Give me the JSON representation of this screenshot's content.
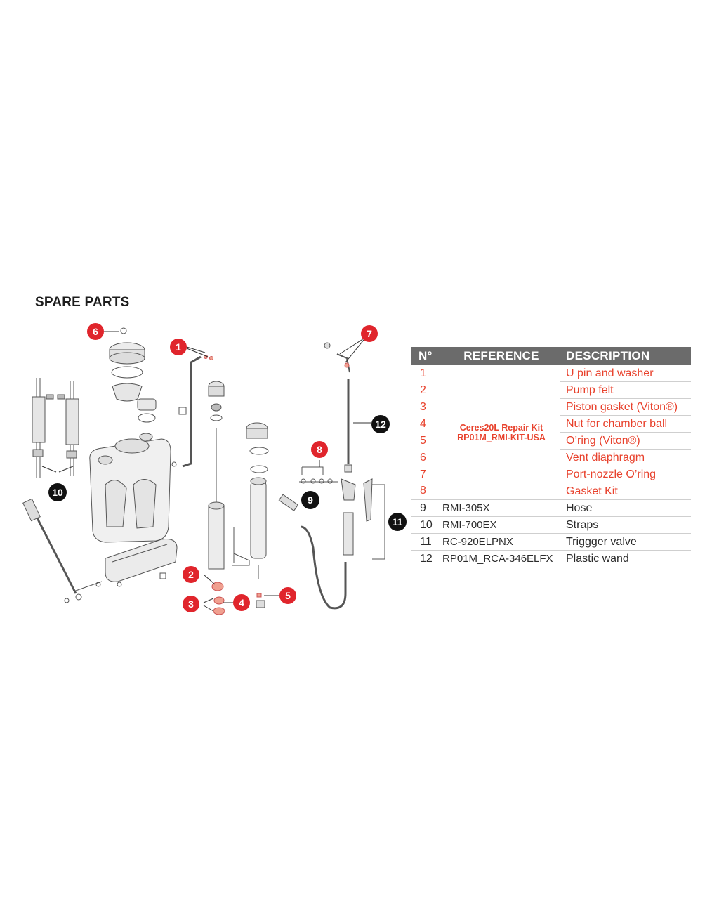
{
  "title": "SPARE PARTS",
  "diagram": {
    "callouts": [
      {
        "n": "1",
        "color": "#e0252c"
      },
      {
        "n": "2",
        "color": "#e0252c"
      },
      {
        "n": "3",
        "color": "#e0252c"
      },
      {
        "n": "4",
        "color": "#e0252c"
      },
      {
        "n": "5",
        "color": "#e0252c"
      },
      {
        "n": "6",
        "color": "#e0252c"
      },
      {
        "n": "7",
        "color": "#e0252c"
      },
      {
        "n": "8",
        "color": "#e0252c"
      },
      {
        "n": "9",
        "color": "#111111"
      },
      {
        "n": "10",
        "color": "#111111"
      },
      {
        "n": "11",
        "color": "#111111"
      },
      {
        "n": "12",
        "color": "#111111"
      }
    ]
  },
  "table": {
    "headers": {
      "num": "N°",
      "reference": "REFERENCE",
      "description": "DESCRIPTION"
    },
    "kit_reference_line1": "Ceres20L Repair Kit",
    "kit_reference_line2": "RP01M_RMI-KIT-USA",
    "accent_color": "#e8412c",
    "header_color": "#6b6b6b",
    "rows": [
      {
        "num": "1",
        "reference": "",
        "description": "U pin and washer"
      },
      {
        "num": "2",
        "reference": "",
        "description": "Pump felt"
      },
      {
        "num": "3",
        "reference": "",
        "description": "Piston gasket (Viton®)"
      },
      {
        "num": "4",
        "reference": "",
        "description": "Nut for chamber ball"
      },
      {
        "num": "5",
        "reference": "",
        "description": "O’ring (Viton®)"
      },
      {
        "num": "6",
        "reference": "",
        "description": "Vent diaphragm"
      },
      {
        "num": "7",
        "reference": "",
        "description": "Port-nozzle O’ring"
      },
      {
        "num": "8",
        "reference": "",
        "description": "Gasket Kit"
      },
      {
        "num": "9",
        "reference": "RMI-305X",
        "description": "Hose"
      },
      {
        "num": "10",
        "reference": "RMI-700EX",
        "description": "Straps"
      },
      {
        "num": "11",
        "reference": "RC-920ELPNX",
        "description": "Triggger valve"
      },
      {
        "num": "12",
        "reference": "RP01M_RCA-346ELFX",
        "description": "Plastic wand"
      }
    ]
  }
}
